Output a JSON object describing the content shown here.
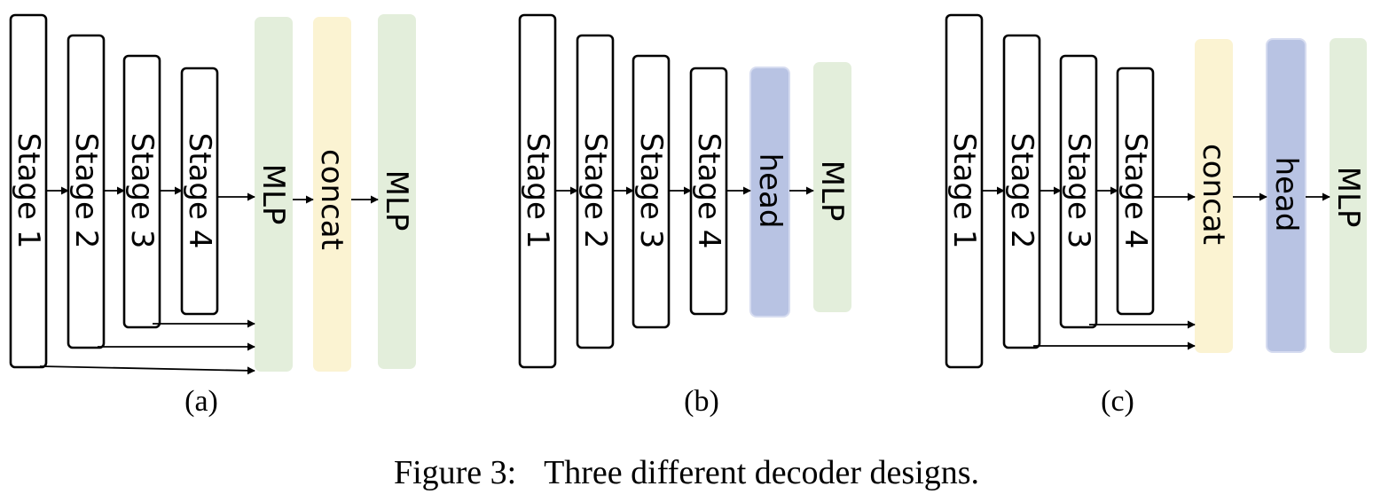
{
  "panels": {
    "a": {
      "sublabel": "(a)",
      "stages": [
        "Stage 1",
        "Stage 2",
        "Stage 3",
        "Stage 4"
      ],
      "blocks": [
        "MLP",
        "concat",
        "MLP"
      ]
    },
    "b": {
      "sublabel": "(b)",
      "stages": [
        "Stage 1",
        "Stage 2",
        "Stage 3",
        "Stage 4"
      ],
      "blocks": [
        "head",
        "MLP"
      ]
    },
    "c": {
      "sublabel": "(c)",
      "stages": [
        "Stage 1",
        "Stage 2",
        "Stage 3",
        "Stage 4"
      ],
      "blocks": [
        "concat",
        "head",
        "MLP"
      ]
    }
  },
  "caption": {
    "prefix": "Figure 3:",
    "text": "Three different decoder designs."
  },
  "colors": {
    "mlp": "#e3eedb",
    "concat": "#fbf3d2",
    "head": "#b8c3e3",
    "head_border": "#d6dcf0",
    "stage_fill": "#ffffff",
    "stroke": "#000000"
  }
}
